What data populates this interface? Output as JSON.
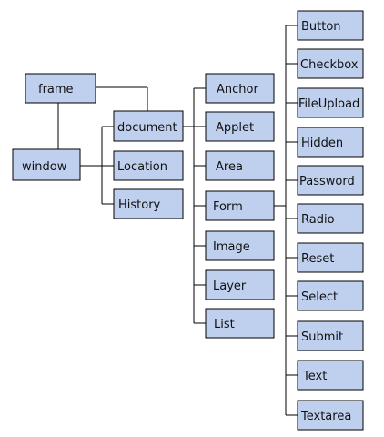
{
  "diagram": {
    "nodes": {
      "frame": "frame",
      "window": "window",
      "document": "document",
      "location": "Location",
      "history": "History",
      "anchor": "Anchor",
      "applet": "Applet",
      "area": "Area",
      "form": "Form",
      "image": "Image",
      "layer": "Layer",
      "list": "List",
      "button": "Button",
      "checkbox": "Checkbox",
      "fileupload": "FileUpload",
      "hidden": "Hidden",
      "password": "Password",
      "radio": "Radio",
      "reset": "Reset",
      "select": "Select",
      "submit": "Submit",
      "text": "Text",
      "textarea": "Textarea"
    },
    "edges": [
      [
        "window",
        "frame"
      ],
      [
        "frame",
        "document"
      ],
      [
        "window",
        "document"
      ],
      [
        "window",
        "location"
      ],
      [
        "window",
        "history"
      ],
      [
        "document",
        "anchor"
      ],
      [
        "document",
        "applet"
      ],
      [
        "document",
        "area"
      ],
      [
        "document",
        "form"
      ],
      [
        "document",
        "image"
      ],
      [
        "document",
        "layer"
      ],
      [
        "document",
        "list"
      ],
      [
        "form",
        "button"
      ],
      [
        "form",
        "checkbox"
      ],
      [
        "form",
        "fileupload"
      ],
      [
        "form",
        "hidden"
      ],
      [
        "form",
        "password"
      ],
      [
        "form",
        "radio"
      ],
      [
        "form",
        "reset"
      ],
      [
        "form",
        "select"
      ],
      [
        "form",
        "submit"
      ],
      [
        "form",
        "text"
      ],
      [
        "form",
        "textarea"
      ]
    ]
  }
}
